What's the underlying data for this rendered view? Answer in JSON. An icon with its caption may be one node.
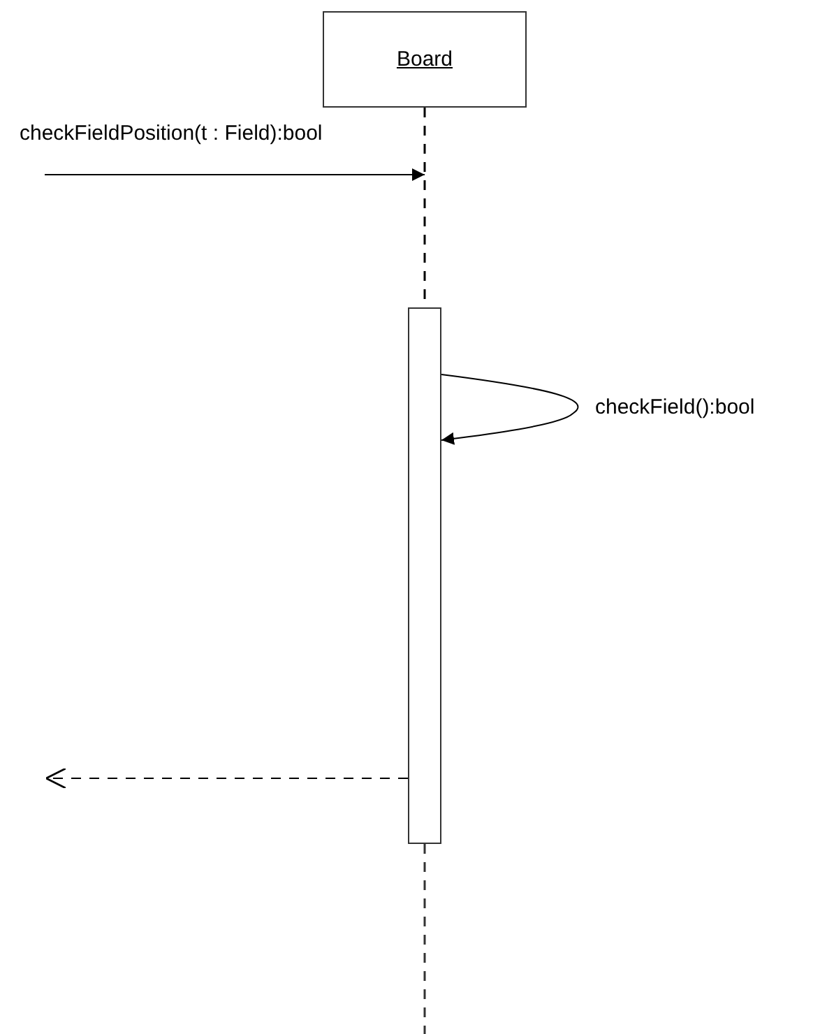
{
  "diagram": {
    "nodes": [
      {
        "text": [
          "Board"
        ]
      },
      {
        "text": [],
        "shape": "bar"
      }
    ],
    "edges": [
      {
        "from": 0,
        "to": 1,
        "arrow": "none",
        "style": "dashed"
      },
      {
        "from": null,
        "to": 0,
        "arrow": "to",
        "label": "checkFieldPosition(t : Field):bool"
      },
      {
        "from": 1,
        "to": 1,
        "arrow": "to",
        "label": "checkField():bool"
      },
      {
        "from": 1,
        "to": null,
        "arrow": "to",
        "style": "dashed"
      }
    ]
  }
}
